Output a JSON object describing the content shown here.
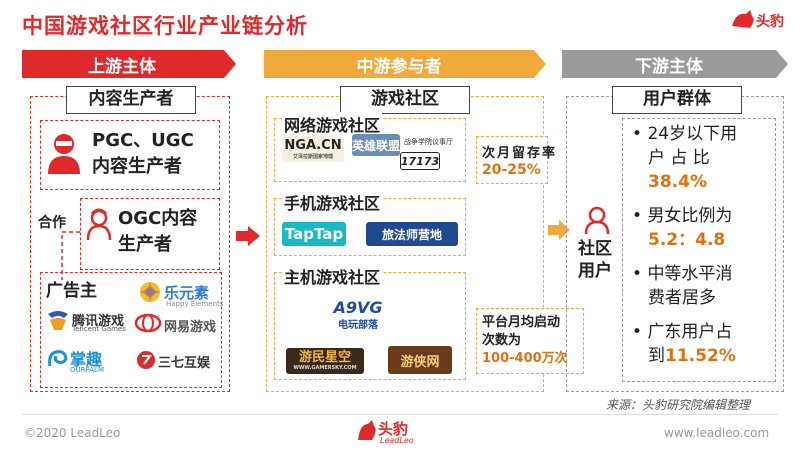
{
  "title": "中国游戏社区行业产业链分析",
  "colors": {
    "upstream": "#e0292a",
    "midstream": "#f2a93b",
    "downstream": "#9a9a9a",
    "highlight": "#e0720e"
  },
  "upstream": {
    "banner": "上游主体",
    "label": "内容生产者",
    "pgc_ugc": [
      "PGC、UGC",
      "内容生产者"
    ],
    "coop": "合作",
    "ogc": [
      "OGC内容",
      "生产者"
    ],
    "advertisers_label": "广告主",
    "brands": {
      "lexy": "乐元素",
      "lexy_sub": "Happy Elements",
      "tencent": "腾讯游戏",
      "tencent_sub": "Tencent Games",
      "netease": "网易游戏",
      "zhangqu": "掌趣",
      "zhangqu_sub": "OURPALM",
      "sanqi": "三七互娱"
    }
  },
  "midstream": {
    "banner": "中游参与者",
    "label": "游戏社区",
    "online_label": "网络游戏社区",
    "online_brands": {
      "nga": "NGA.CN",
      "nga_sub": "艾泽拉斯国家地理",
      "lol": "英雄联盟",
      "lol_sub": "战争学院议事厅",
      "g17173": "17173"
    },
    "mobile_label": "手机游戏社区",
    "mobile_brands": {
      "taptap": "TapTap",
      "lvfa": "旅法师营地"
    },
    "console_label": "主机游戏社区",
    "console_brands": {
      "a9vg": "A9VG",
      "a9vg_sub": "电玩部落",
      "gamersky": "游民星空",
      "gamersky_sub": "WWW.GAMERSKY.COM",
      "xiayou": "游侠网"
    },
    "retention_label": "次月留存率",
    "retention_value": "20-25%",
    "launch_label": [
      "平台月均启动",
      "次数为"
    ],
    "launch_value": "100-400万次"
  },
  "downstream": {
    "banner": "下游主体",
    "label": "用户群体",
    "user_label": [
      "社区",
      "用户"
    ],
    "bullets": [
      {
        "lines": [
          "24岁以下用",
          "户    占    比"
        ],
        "value": "38.4%"
      },
      {
        "lines": [
          "男女比例为"
        ],
        "value": "5.2：4.8"
      },
      {
        "lines": [
          "中等水平消",
          "费者居多"
        ],
        "value": ""
      },
      {
        "lines": [
          "广东用户占",
          "到"
        ],
        "value": "11.52%"
      }
    ]
  },
  "source": "来源：头豹研究院编辑整理",
  "footer": {
    "copyright": "©2020 LeadLeo",
    "brand": "头豹",
    "brand_sub": "LeadLeo",
    "url": "www.leadleo.com"
  }
}
